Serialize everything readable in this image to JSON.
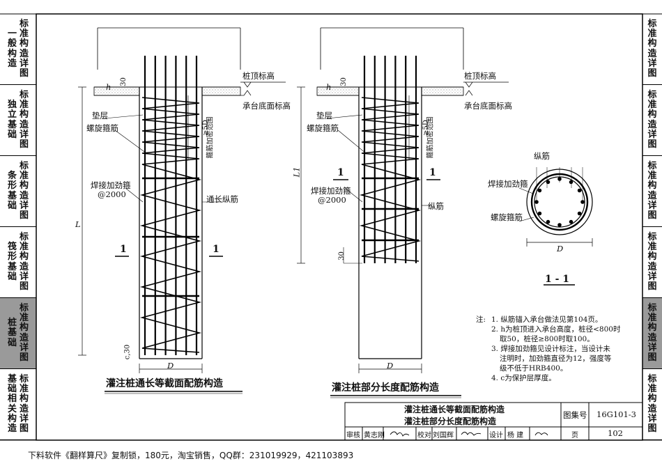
{
  "left_tabs": [
    {
      "section": "一般构造",
      "label": "标准构造详图",
      "active": false
    },
    {
      "section": "独立基础",
      "label": "标准构造详图",
      "active": false
    },
    {
      "section": "条形基础",
      "label": "标准构造详图",
      "active": false
    },
    {
      "section": "筏形基础",
      "label": "标准构造详图",
      "active": false
    },
    {
      "section": "桩基础",
      "label": "标准构造详图",
      "active": true
    },
    {
      "section": "基础相关构造",
      "label": "标准构造详图",
      "active": false
    }
  ],
  "right_tabs": [
    {
      "label": "标准构造详图",
      "active": false
    },
    {
      "label": "标准构造详图",
      "active": false
    },
    {
      "label": "标准构造详图",
      "active": false
    },
    {
      "label": "标准构造详图",
      "active": false
    },
    {
      "label": "标准构造详图",
      "active": true
    },
    {
      "label": "标准构造详图",
      "active": false
    }
  ],
  "left_drawing": {
    "title": "灌注桩通长等截面配筋构造",
    "pile_top_label": "桩顶标高",
    "cap_bottom_label": "承台底面标高",
    "cushion_label": "垫层",
    "spiral_label": "螺旋箍筋",
    "ring_label": "焊接加劲箍",
    "ring_spacing": "@2000",
    "long_bar_label": "通长纵筋",
    "dense_zone_dim": "≥5D",
    "dense_zone_label": "箍筋加密范围",
    "h_label": "h",
    "dim_30_top": "30",
    "dim_L": "L",
    "dim_c30": "c,30",
    "dim_D": "D",
    "section_mark": "1"
  },
  "middle_drawing": {
    "title": "灌注桩部分长度配筋构造",
    "pile_top_label": "桩顶标高",
    "cap_bottom_label": "承台底面标高",
    "cushion_label": "垫层",
    "spiral_label": "螺旋箍筋",
    "ring_label": "焊接加劲箍",
    "ring_spacing": "@2000",
    "long_bar_label": "纵筋",
    "dense_zone_dim": "≥5D",
    "dense_zone_label": "箍筋加密范围",
    "h_label": "h",
    "dim_30_top": "30",
    "dim_L1": "L1",
    "dim_30_bottom": "30",
    "dim_D": "D",
    "section_mark": "1"
  },
  "section_detail": {
    "long_bar_label": "纵筋",
    "ring_label": "焊接加劲箍",
    "spiral_label": "螺旋箍筋",
    "dim_D": "D",
    "title": "1 - 1"
  },
  "notes": {
    "prefix": "注:",
    "items": [
      "1. 纵筋锚入承台做法见第104页。",
      "2. h为桩顶进入承台高度，桩径<800时",
      "取50，桩径≥800时取100。",
      "3. 焊接加劲箍见设计标注，当设计未",
      "注明时，加劲箍直径为12，强度等",
      "级不低于HRB400。",
      "4. c为保护层厚度。"
    ]
  },
  "title_block": {
    "title_line1": "灌注桩通长等截面配筋构造",
    "title_line2": "灌注桩部分长度配筋构造",
    "atlas_label": "图集号",
    "atlas_no": "16G101-3",
    "review_label": "审核",
    "review_name": "黄志刚",
    "check_label": "校对",
    "check_name": "刘国辉",
    "design_label": "设计",
    "design_name": "杨 建",
    "page_label": "页",
    "page_no": "102"
  },
  "footer_text": "下料软件《翻样算尺》复制锁，180元，淘宝销售，QQ群：231019929，421103893"
}
